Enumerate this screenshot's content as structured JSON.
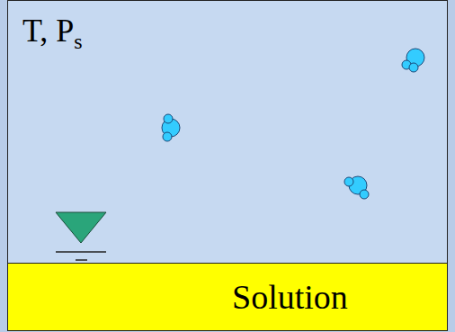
{
  "diagram": {
    "nodes": [
      {
        "text": [
          "T, P",
          "s"
        ]
      },
      {
        "text": [
          "Solution"
        ],
        "in": 0
      }
    ]
  }
}
